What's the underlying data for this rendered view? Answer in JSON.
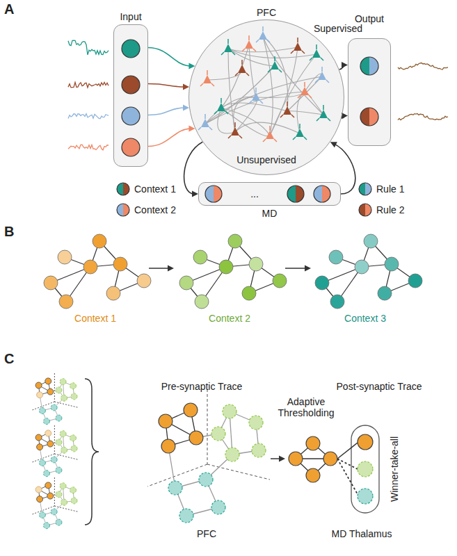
{
  "diagram": {
    "nodes": [
      {
        "text": [
          "Input"
        ]
      },
      {
        "text": [
          "PFC"
        ]
      },
      {
        "text": [
          "Output"
        ]
      },
      {
        "text": [
          "...",
          "MD"
        ]
      }
    ],
    "edges": [
      {
        "from": 0,
        "to": 1,
        "arrow": "to"
      },
      {
        "from": 1,
        "to": 2,
        "label": "Supervised",
        "arrow": "to"
      },
      {
        "from": 1,
        "to": 3,
        "label": "Unsupervised",
        "arrow": "to"
      },
      {
        "from": 3,
        "to": 1,
        "arrow": "to"
      }
    ],
    "labels": [
      "A",
      "B",
      "Context 1",
      "Context 2",
      "Context 3",
      "C",
      "Pre-synaptic Trace",
      "Post-synaptic Trace",
      "Adaptive Thresholding",
      "Winner-take-all",
      "PFC",
      "MD Thalamus"
    ],
    "legend": [
      {
        "text": "Context 1"
      },
      {
        "text": "Rule 1"
      },
      {
        "text": "Context 2"
      },
      {
        "text": "Rule 2"
      }
    ]
  }
}
